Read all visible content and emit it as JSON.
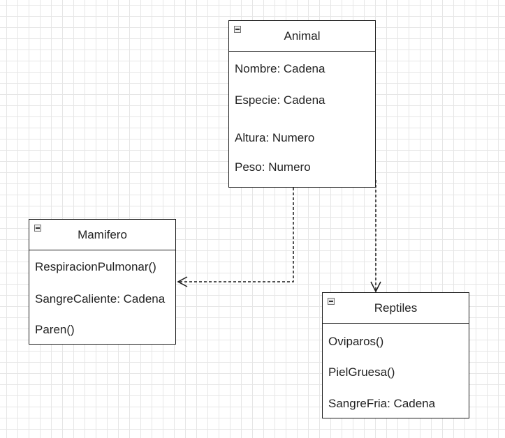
{
  "diagram": {
    "classes": [
      {
        "id": "animal",
        "title": "Animal",
        "members": [
          "Nombre: Cadena",
          "Especie: Cadena",
          "Altura: Numero",
          "Peso: Numero"
        ]
      },
      {
        "id": "mamifero",
        "title": "Mamifero",
        "members": [
          "RespiracionPulmonar()",
          "SangreCaliente: Cadena",
          "Paren()"
        ]
      },
      {
        "id": "reptiles",
        "title": "Reptiles",
        "members": [
          "Oviparos()",
          "PielGruesa()",
          "SangreFria: Cadena"
        ]
      }
    ],
    "relations": [
      {
        "from": "Animal",
        "to": "Mamifero",
        "style": "dashed",
        "arrow": "open"
      },
      {
        "from": "Animal",
        "to": "Reptiles",
        "style": "dashed",
        "arrow": "open"
      }
    ],
    "colors": {
      "line": "#1a1a1a",
      "grid": "#e6e6e6",
      "background": "#ffffff"
    }
  }
}
